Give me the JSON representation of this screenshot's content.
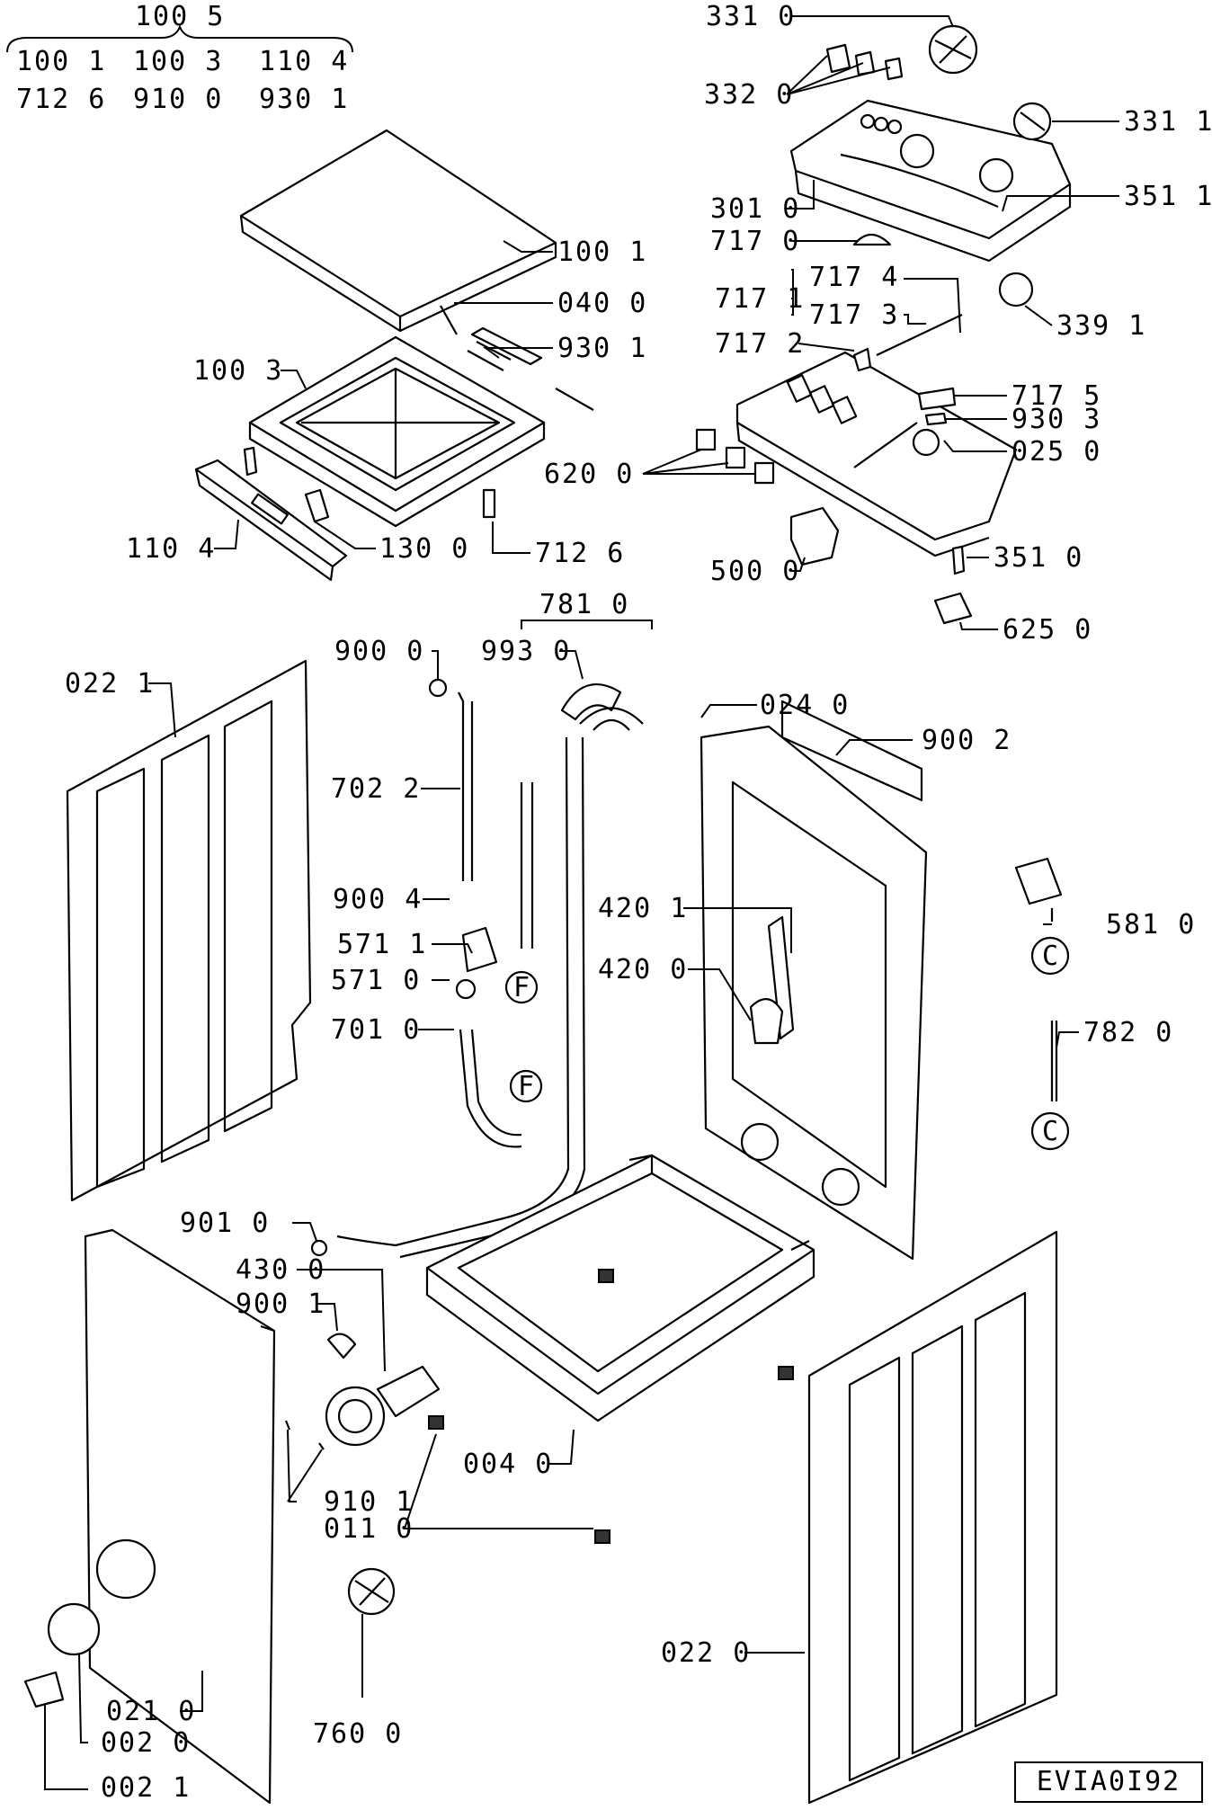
{
  "drawing_code": "EVIA0I92",
  "kit_header": {
    "kit_code": "100 5",
    "row1": [
      "100 1",
      "100 3",
      "110 4"
    ],
    "row2": [
      "712 6",
      "910 0",
      "930 1"
    ]
  },
  "callouts": [
    {
      "id": "331-0",
      "text": "331 0"
    },
    {
      "id": "332-0",
      "text": "332 0"
    },
    {
      "id": "331-1",
      "text": "331 1"
    },
    {
      "id": "351-1",
      "text": "351 1"
    },
    {
      "id": "301-0",
      "text": "301 0"
    },
    {
      "id": "717-0",
      "text": "717 0"
    },
    {
      "id": "717-1",
      "text": "717 1"
    },
    {
      "id": "717-4",
      "text": "717 4"
    },
    {
      "id": "717-3",
      "text": "717 3"
    },
    {
      "id": "339-1",
      "text": "339 1"
    },
    {
      "id": "717-2",
      "text": "717 2"
    },
    {
      "id": "717-5",
      "text": "717 5"
    },
    {
      "id": "930-3",
      "text": "930 3"
    },
    {
      "id": "025-0",
      "text": "025 0"
    },
    {
      "id": "620-0",
      "text": "620 0"
    },
    {
      "id": "500-0",
      "text": "500 0"
    },
    {
      "id": "351-0",
      "text": "351 0"
    },
    {
      "id": "625-0",
      "text": "625 0"
    },
    {
      "id": "100-1",
      "text": "100 1"
    },
    {
      "id": "040-0",
      "text": "040 0"
    },
    {
      "id": "930-1",
      "text": "930 1"
    },
    {
      "id": "100-3",
      "text": "100 3"
    },
    {
      "id": "110-4",
      "text": "110 4"
    },
    {
      "id": "130-0",
      "text": "130 0"
    },
    {
      "id": "712-6",
      "text": "712 6"
    },
    {
      "id": "781-0",
      "text": "781 0"
    },
    {
      "id": "900-0",
      "text": "900 0"
    },
    {
      "id": "993-0",
      "text": "993 0"
    },
    {
      "id": "022-1",
      "text": "022 1"
    },
    {
      "id": "024-0",
      "text": "024 0"
    },
    {
      "id": "900-2",
      "text": "900 2"
    },
    {
      "id": "702-2",
      "text": "702 2"
    },
    {
      "id": "581-0",
      "text": "581 0"
    },
    {
      "id": "900-4",
      "text": "900 4"
    },
    {
      "id": "420-1",
      "text": "420 1"
    },
    {
      "id": "571-1",
      "text": "571 1"
    },
    {
      "id": "571-0",
      "text": "571 0"
    },
    {
      "id": "420-0",
      "text": "420 0"
    },
    {
      "id": "701-0",
      "text": "701 0"
    },
    {
      "id": "782-0",
      "text": "782 0"
    },
    {
      "id": "901-0",
      "text": "901 0"
    },
    {
      "id": "430-0",
      "text": "430 0"
    },
    {
      "id": "900-1",
      "text": "900 1"
    },
    {
      "id": "004-0",
      "text": "004 0"
    },
    {
      "id": "910-1",
      "text": "910 1"
    },
    {
      "id": "011-0",
      "text": "011 0"
    },
    {
      "id": "022-0",
      "text": "022 0"
    },
    {
      "id": "760-0",
      "text": "760 0"
    },
    {
      "id": "021-0",
      "text": "021 0"
    },
    {
      "id": "002-0",
      "text": "002 0"
    },
    {
      "id": "002-1",
      "text": "002 1"
    }
  ],
  "connectors": {
    "f_top": "F",
    "f_bottom": "F",
    "c_top": "C",
    "c_bottom": "C"
  }
}
